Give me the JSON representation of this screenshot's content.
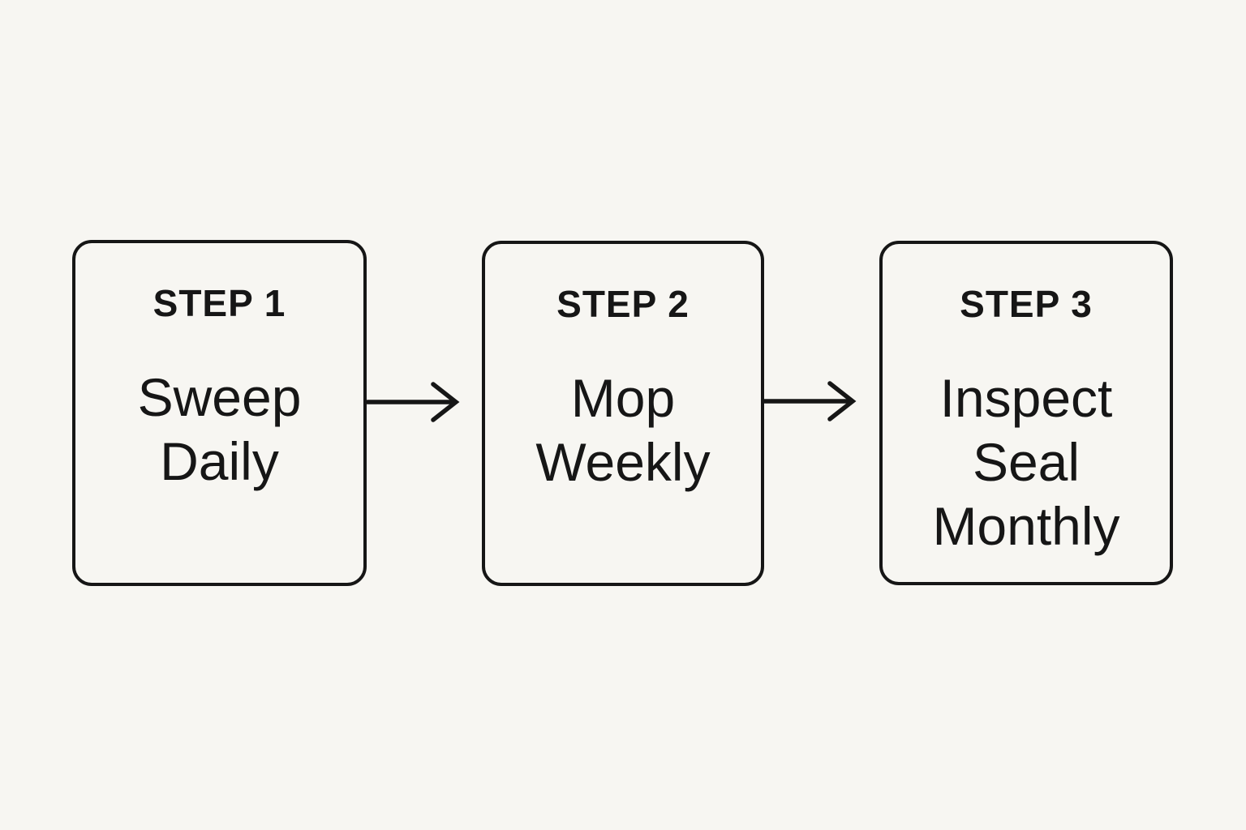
{
  "page": {
    "background_color": "#f7f6f2",
    "ink_color": "#161616"
  },
  "flowchart": {
    "steps": [
      {
        "label": "STEP 1",
        "title": "Sweep\nDaily"
      },
      {
        "label": "STEP 2",
        "title": "Mop\nWeekly"
      },
      {
        "label": "STEP 3",
        "title": "Inspect\nSeal\nMonthly"
      }
    ],
    "connectors": [
      {
        "type": "arrow-right"
      },
      {
        "type": "arrow-right"
      }
    ]
  }
}
